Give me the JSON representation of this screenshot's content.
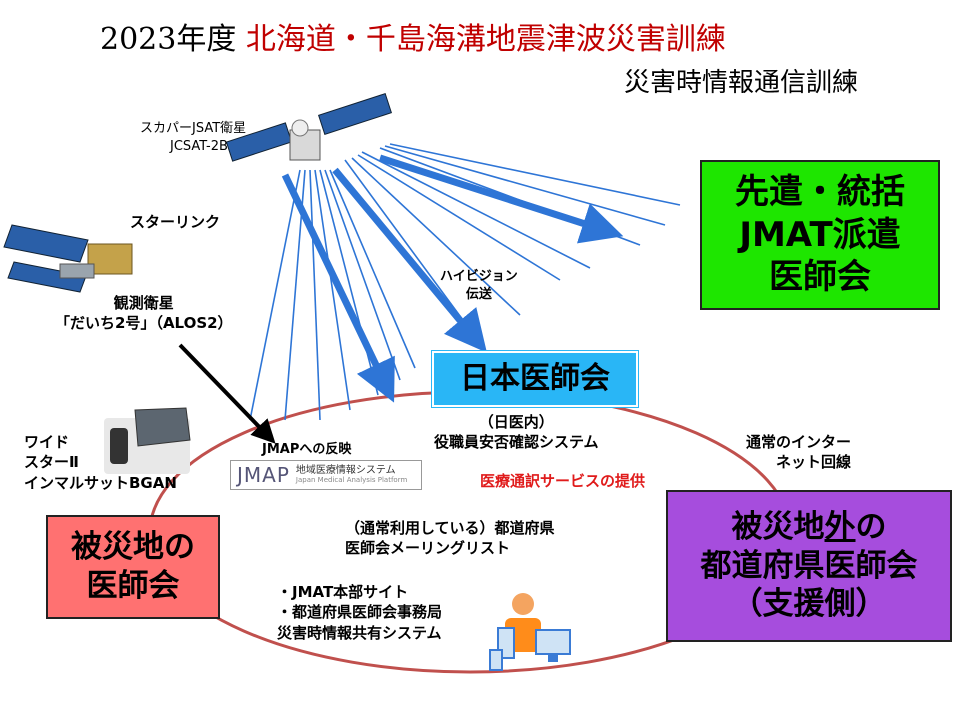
{
  "title": {
    "prefix": "2023年度 ",
    "highlight": "北海道・千島海溝地震津波災害訓練"
  },
  "subtitle": "災害時情報通信訓練",
  "satellites": {
    "skyperfect_line1": "スカパーJSAT衛星",
    "skyperfect_line2": "JCSAT-2B",
    "starlink": "スターリンク",
    "observation_line1": "観測衛星",
    "observation_line2": "「だいち2号」（ALOS2）"
  },
  "labels": {
    "hivision_line1": "ハイビジョン",
    "hivision_line2": "伝送",
    "wideband_line1": "ワイド",
    "wideband_line2": "スターⅡ",
    "wideband_line3": "インマルサットBGAN",
    "jmap_reflect": "JMAPへの反映",
    "internal_line1": "（日医内）",
    "internal_line2": "役職員安否確認システム",
    "medical_interp": "医療通訳サービスの提供",
    "internet_line1": "通常のインター",
    "internet_line2": "ネット回線",
    "mailing_line1": "（通常利用している）都道府県",
    "mailing_line2": "医師会メーリングリスト",
    "systems_line1": "・JMAT本部サイト",
    "systems_line2": "・都道府県医師会事務局",
    "systems_line3": "災害時情報共有システム"
  },
  "jmap_logo": {
    "mark": "JMAP",
    "name_jp": "地域医療情報システム",
    "name_en": "Japan Medical Analysis Platform"
  },
  "boxes": {
    "green_line1": "先遣・統括",
    "green_line2": "JMAT派遣",
    "green_line3": "医師会",
    "jma": "日本医師会",
    "red_line1": "被災地の",
    "red_line2": "医師会",
    "purple_line1_a": "被災地",
    "purple_line1_u": "外",
    "purple_line1_b": "の",
    "purple_line2": "都道府県医師会",
    "purple_line3": "（支援側）"
  },
  "colors": {
    "green": "#1ee600",
    "blue": "#29b6f6",
    "red": "#ff7171",
    "purple": "#a64ddd",
    "ellipse": "#c0504d",
    "beam": "#2e75d6"
  }
}
